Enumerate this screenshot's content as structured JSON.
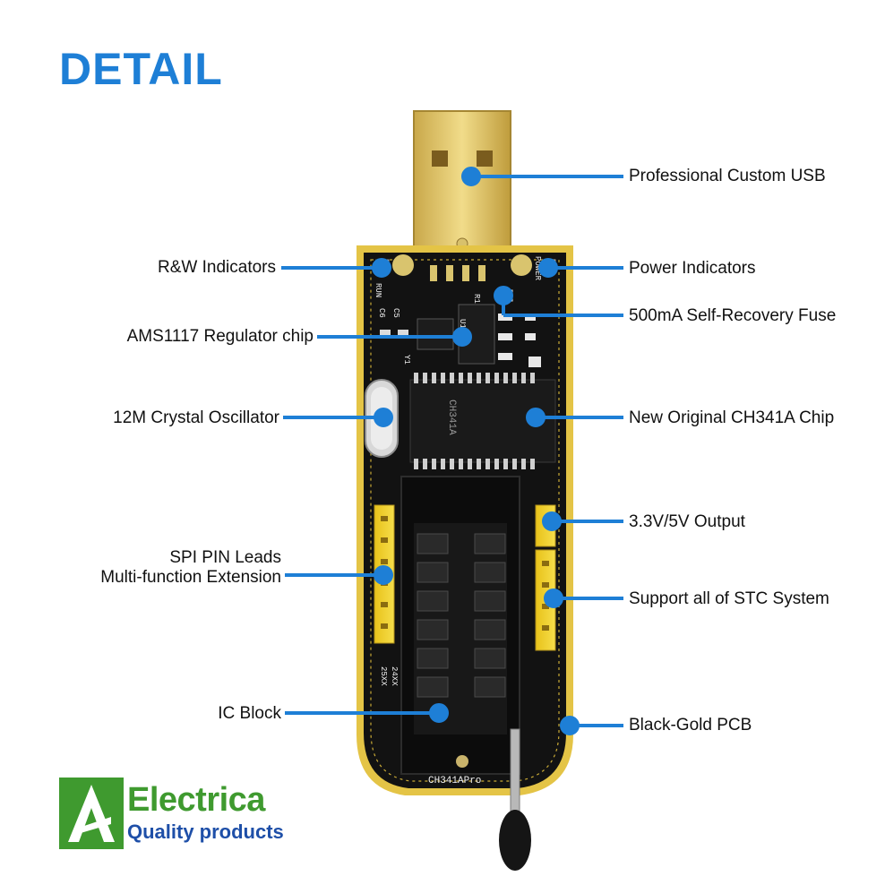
{
  "title": "DETAIL",
  "labels": {
    "usb": "Professional Custom USB",
    "rw": "R&W Indicators",
    "power": "Power Indicators",
    "fuse": "500mA Self-Recovery Fuse",
    "regulator": "AMS1117 Regulator chip",
    "crystal": "12M Crystal Oscillator",
    "ch341a": "New Original CH341A Chip",
    "output": "3.3V/5V Output",
    "spi_line1": "SPI PIN Leads",
    "spi_line2": "Multi-function Extension",
    "stc": "Support all of STC System",
    "icblock": "IC Block",
    "pcb": "Black-Gold PCB"
  },
  "silkscreen": {
    "run": "RUN",
    "power": "POWER",
    "c5": "C5",
    "c6": "C6",
    "u1": "U1",
    "y1": "Y1",
    "r1": "R1",
    "chip": "CH341A",
    "model": "CH341APro",
    "socket": "25XX",
    "socket2": "24XX"
  },
  "logo": {
    "name": "Electrica",
    "tagline": "Quality products"
  },
  "colors": {
    "accent": "#1e7fd6",
    "pcb": "#111111",
    "gold": "#e6c84a",
    "logo_green": "#3f9a2f",
    "logo_blue": "#1e4fa8"
  }
}
